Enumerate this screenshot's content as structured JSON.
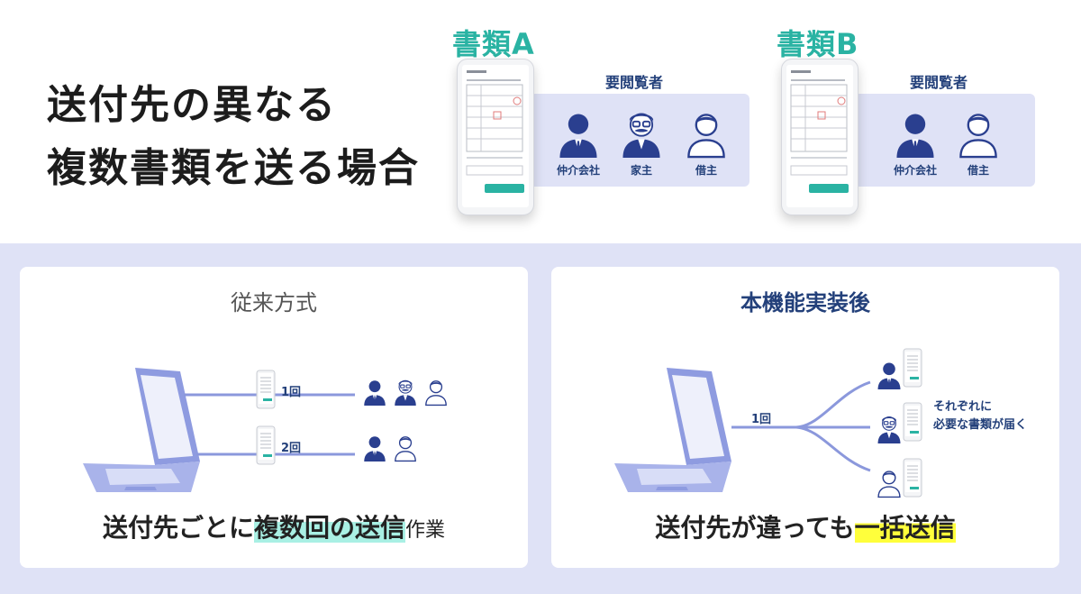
{
  "header": {
    "title_line1": "送付先の異なる",
    "title_line2": "複数書類を送る場合"
  },
  "documents": [
    {
      "title": "書類A",
      "viewers_title": "要閲覧者",
      "viewers": [
        {
          "label": "仲介会社",
          "icon": "person-business-icon"
        },
        {
          "label": "家主",
          "icon": "person-mustache-icon"
        },
        {
          "label": "借主",
          "icon": "person-outline-icon"
        }
      ]
    },
    {
      "title": "書類B",
      "viewers_title": "要閲覧者",
      "viewers": [
        {
          "label": "仲介会社",
          "icon": "person-business-icon"
        },
        {
          "label": "借主",
          "icon": "person-outline-icon"
        }
      ]
    }
  ],
  "conventional": {
    "title": "従来方式",
    "send1_label": "1回",
    "send2_label": "2回",
    "caption_pre": "送付先ごとに",
    "caption_highlight": "複数回の送信",
    "caption_post": "作業"
  },
  "new_feature": {
    "title": "本機能実装後",
    "send_label": "1回",
    "note_line1": "それぞれに",
    "note_line2": "必要な書類が届く",
    "caption_pre": "送付先が違っても",
    "caption_highlight": "一括送信"
  },
  "colors": {
    "accent_teal": "#2ab3a3",
    "navy": "#23407a",
    "icon_blue": "#2a3f8f",
    "band": "#dfe2f6",
    "highlight_green": "#a9f0e4",
    "highlight_yellow": "#ffff3b"
  }
}
